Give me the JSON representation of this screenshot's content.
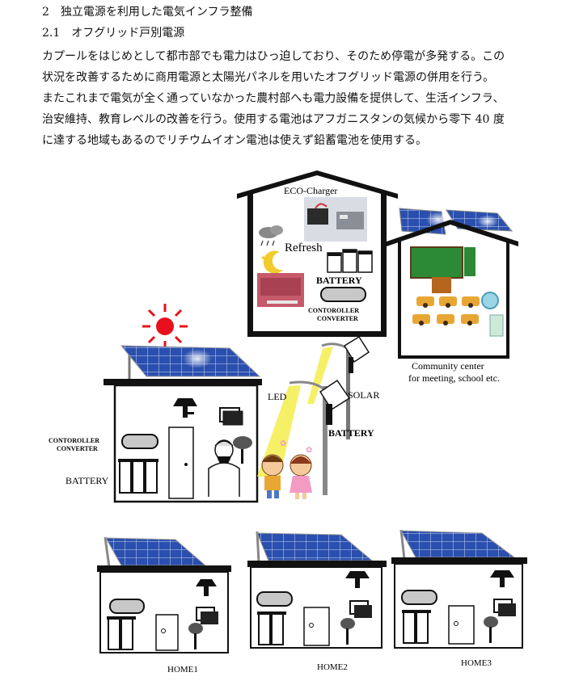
{
  "section": {
    "title": "2　独立電源を利用した電気インフラ整備",
    "subtitle": "2.1　オフグリッド戸別電源"
  },
  "paragraph": [
    "カプールをはじめとして都市部でも電力はひっ迫しており、そのため停電が多発する。この",
    "状況を改善するために商用電源と太陽光パネルを用いたオフグリッド電源の併用を行う。",
    "またこれまで電気が全く通っていなかった農村部へも電力設備を提供して、生活インフラ、",
    "治安維持、教育レベルの改善を行う。使用する電池はアフガニスタンの気候から零下 40 度",
    "に達する地域もあるのでリチウムイオン電池は使えず鉛蓄電池を使用する。"
  ],
  "diagram": {
    "eco_charger": "ECO-Charger",
    "refresh": "Refresh",
    "battery_upper": "BATTERY",
    "controller_upper_1": "CONTOROLLER",
    "controller_upper_2": "CONVERTER",
    "led": "LED",
    "solar": "SOLAR",
    "battery_lamp": "BATTERY",
    "controller_left_1": "CONTOROLLER",
    "controller_left_2": "CONVERTER",
    "battery_left": "BATTERY",
    "community_1": "Community center",
    "community_2": "for meeting, school etc.",
    "home1": "HOME1",
    "home2": "HOME2",
    "home3": "HOME3"
  },
  "colors": {
    "sun": "#e8101a",
    "panel": "#2a4fae",
    "led_beam": "#f4ee55",
    "board": "#2c8a36",
    "desk": "#e8a733"
  }
}
